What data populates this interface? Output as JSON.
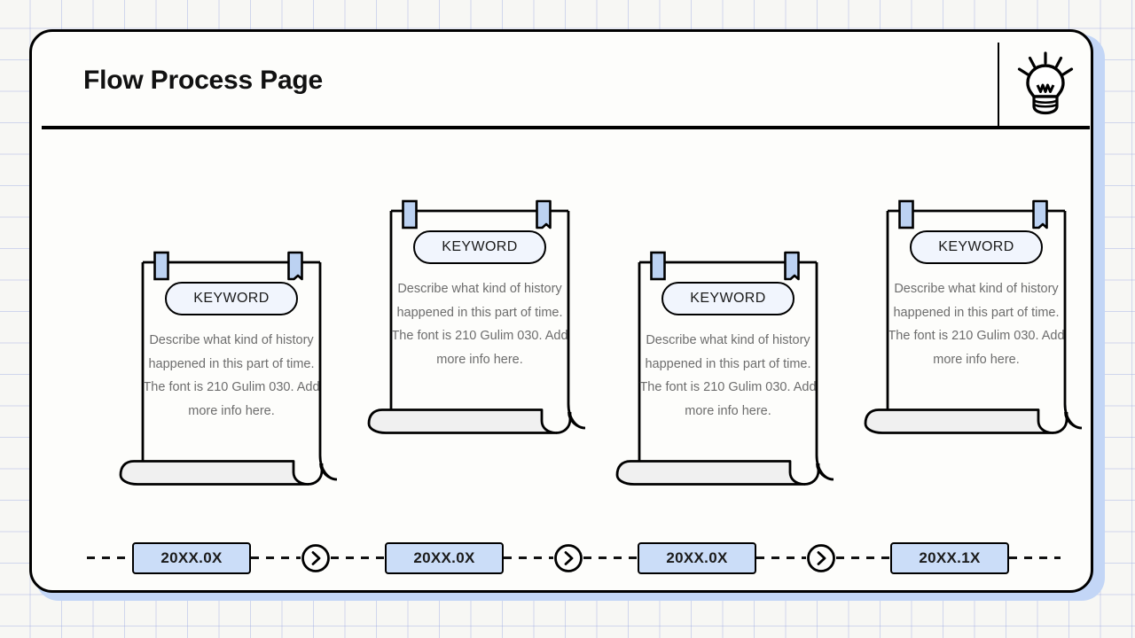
{
  "page": {
    "title": "Flow Process Page",
    "header_icon": "lightbulb-icon",
    "accent_blue": "#cbddf8",
    "shadow_blue": "#c3d6f6",
    "border_black": "#000000",
    "body_text_gray": "#6d6d6d",
    "background": "graph-paper-grid"
  },
  "cards": [
    {
      "keyword": "KEYWORD",
      "body": "Describe what kind of history happened in this part of time. The font is 210 Gulim 030. Add more info here.",
      "position": "low"
    },
    {
      "keyword": "KEYWORD",
      "body": "Describe what kind of history happened in this part of time. The font is 210 Gulim 030. Add more info here.",
      "position": "high"
    },
    {
      "keyword": "KEYWORD",
      "body": "Describe what kind of history happened in this part of time. The font is 210 Gulim 030. Add more info here.",
      "position": "low"
    },
    {
      "keyword": "KEYWORD",
      "body": "Describe what kind of history happened in this part of time. The font is 210 Gulim 030. Add more info here.",
      "position": "high"
    }
  ],
  "timeline": {
    "milestones": [
      {
        "label": "20XX.0X"
      },
      {
        "label": "20XX.0X"
      },
      {
        "label": "20XX.0X"
      },
      {
        "label": "20XX.1X"
      }
    ],
    "connector_icon": "chevron-right-circle-icon",
    "connector_style": "dashed"
  }
}
